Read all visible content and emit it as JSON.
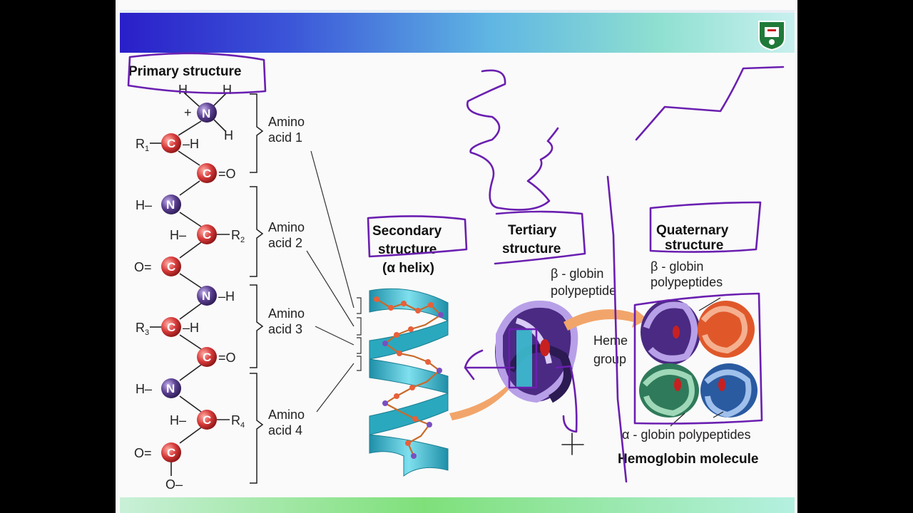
{
  "slide": {
    "primary_title": "Primary structure",
    "secondary_title_line1": "Secondary",
    "secondary_title_line2": "structure",
    "secondary_subtitle": "(α helix)",
    "tertiary_title_line1": "Tertiary",
    "tertiary_title_line2": "structure",
    "quaternary_title_line1": "Quaternary",
    "quaternary_title_line2": "structure",
    "beta_globin_polypeptide_line1": "β - globin",
    "beta_globin_polypeptide_line2": "polypeptide",
    "beta_globin_polypeptides_line1": "β - globin",
    "beta_globin_polypeptides_line2": "polypeptides",
    "heme_line1": "Heme",
    "heme_line2": "group",
    "alpha_globin": "α - globin polypeptides",
    "hemoglobin": "Hemoglobin molecule"
  },
  "amino_acids": [
    {
      "line1": "Amino",
      "line2": "acid 1"
    },
    {
      "line1": "Amino",
      "line2": "acid 2"
    },
    {
      "line1": "Amino",
      "line2": "acid 3"
    },
    {
      "line1": "Amino",
      "line2": "acid 4"
    }
  ],
  "atoms": {
    "H": "H",
    "N": "N",
    "C": "C",
    "O": "O",
    "R1": "R",
    "R1_sub": "1",
    "R2": "R",
    "R2_sub": "2",
    "R3": "R",
    "R3_sub": "3",
    "R4": "R",
    "R4_sub": "4",
    "plus": "+",
    "O_minus": "O–",
    "eq_O": "=O",
    "O_eq": "O=",
    "H_dash": "H–",
    "dash_H": "–H"
  },
  "colors": {
    "carbon": "#d63a3a",
    "nitrogen": "#5a3f8f",
    "helix": "#3cb8cc",
    "annotation_ink": "#6a1fb0",
    "arrow": "#f2a56a"
  }
}
